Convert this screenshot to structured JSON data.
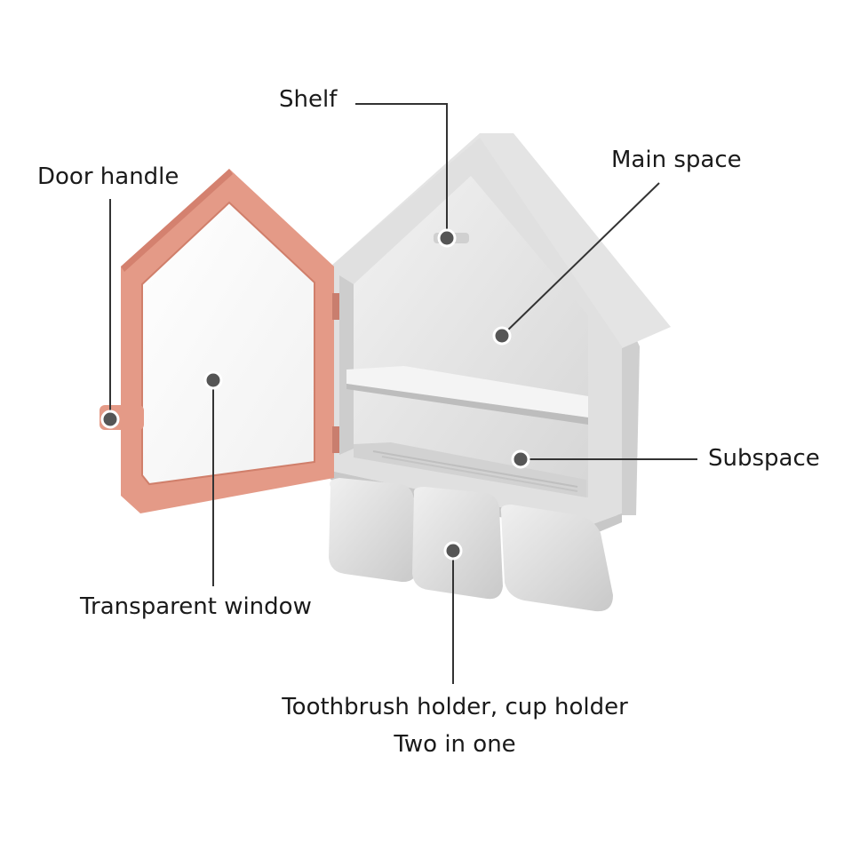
{
  "labels": {
    "shelf": "Shelf",
    "door_handle": "Door handle",
    "main_space": "Main space",
    "subspace": "Subspace",
    "transparent_window": "Transparent window",
    "holder_line1": "Toothbrush holder, cup holder",
    "holder_line2": "Two in one"
  },
  "colors": {
    "door_frame": "#e49a87",
    "door_frame_dark": "#c9725f",
    "cabinet": "#dcdcdc",
    "cabinet_light": "#ebebeb",
    "cabinet_dark": "#c4c4c4",
    "leader": "#333333"
  }
}
